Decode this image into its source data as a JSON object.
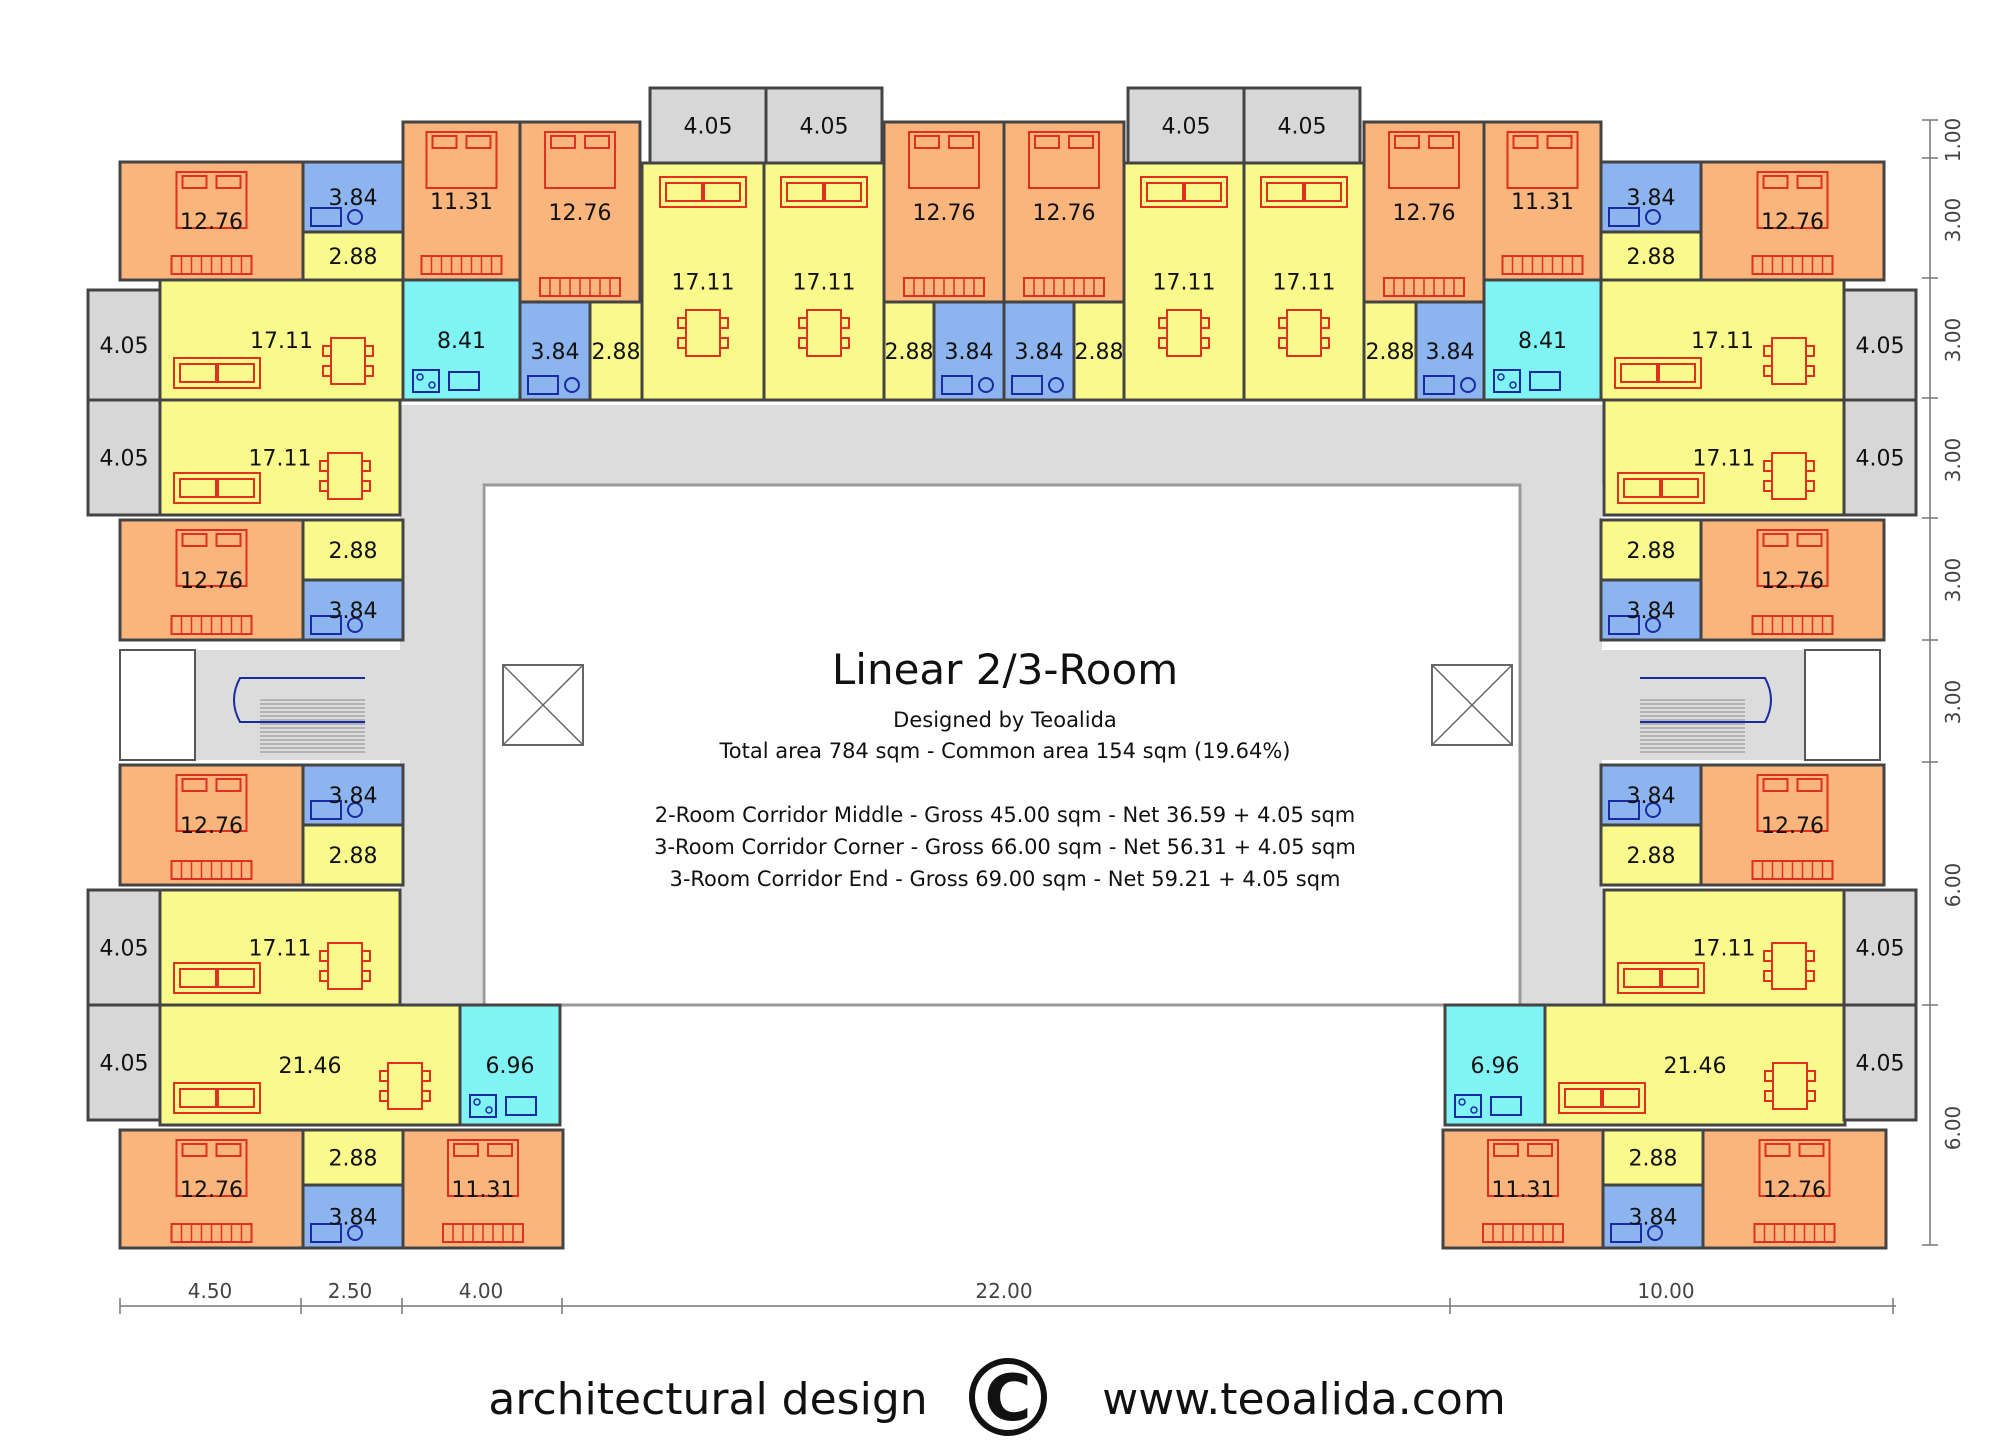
{
  "title": "Linear 2/3-Room",
  "designer": "Designed by Teoalida",
  "total_area": "Total area 784 sqm - Common area 154 sqm (19.64%)",
  "unit_types": [
    "2-Room Corridor Middle - Gross 45.00 sqm - Net 36.59 + 4.05 sqm",
    "3-Room Corridor Corner - Gross 66.00 sqm - Net 56.31 + 4.05 sqm",
    "3-Room Corridor End - Gross 69.00 sqm - Net 59.21 + 4.05 sqm"
  ],
  "footer": {
    "left": "architectural design",
    "copyright_symbol": "C",
    "right": "www.teoalida.com"
  },
  "colors": {
    "bedroom": "#f9b57c",
    "living": "#fafa8c",
    "kitchen": "#80f4f4",
    "bathroom": "#8cb4ee",
    "hall": "#fafa8c",
    "balcony": "#d7d7d7",
    "corridor": "#dcdcdc",
    "wall": "#555555",
    "furniture": "#e03020",
    "fixture": "#1a2aa0"
  },
  "room_labels": {
    "top_left_wing": [
      "12.76",
      "3.84",
      "2.88",
      "11.31",
      "12.76",
      "17.11",
      "8.41",
      "3.84",
      "2.88",
      "4.05"
    ],
    "top_middle": [
      "4.05",
      "4.05",
      "17.11",
      "17.11",
      "12.76",
      "12.76",
      "2.88",
      "3.84",
      "3.84",
      "2.88",
      "4.05",
      "4.05",
      "17.11",
      "17.11"
    ],
    "top_right_wing": [
      "12.76",
      "11.31",
      "3.84",
      "2.88",
      "12.76",
      "2.88",
      "3.84",
      "8.41",
      "17.11",
      "4.05"
    ],
    "left_column": [
      "4.05",
      "17.11",
      "12.76",
      "2.88",
      "3.84",
      "12.76",
      "3.84",
      "2.88",
      "4.05",
      "17.11",
      "4.05",
      "21.46",
      "6.96",
      "12.76",
      "2.88",
      "3.84",
      "11.31"
    ],
    "right_column": [
      "17.11",
      "4.05",
      "2.88",
      "12.76",
      "3.84",
      "3.84",
      "12.76",
      "2.88",
      "17.11",
      "4.05",
      "6.96",
      "21.46",
      "4.05",
      "11.31",
      "2.88",
      "12.76",
      "3.84"
    ]
  },
  "dimensions": {
    "bottom": [
      "4.50",
      "2.50",
      "4.00",
      "22.00",
      "10.00"
    ],
    "right": [
      "1.00",
      "3.00",
      "3.00",
      "3.00",
      "3.00",
      "3.00",
      "6.00",
      "6.00"
    ]
  }
}
